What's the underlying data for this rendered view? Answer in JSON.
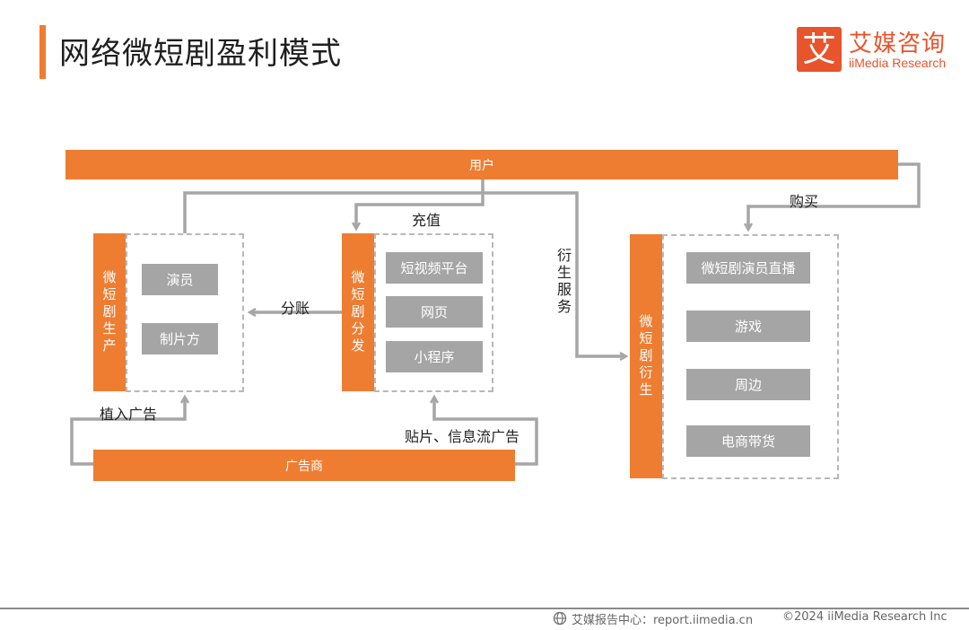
{
  "title": "网络微短剧盈利模式",
  "logo": {
    "mark": "艾",
    "name_cn": "艾媒咨询",
    "name_en": "iiMedia Research"
  },
  "nodes": {
    "user": "用户",
    "advertiser": "广告商",
    "production": {
      "label": "微短剧生产",
      "items": [
        "演员",
        "制片方"
      ]
    },
    "distribution": {
      "label": "微短剧分发",
      "items": [
        "短视频平台",
        "网页",
        "小程序"
      ]
    },
    "derivative": {
      "label": "微短剧衍生",
      "items": [
        "微短剧演员直播",
        "游戏",
        "周边",
        "电商带货"
      ]
    }
  },
  "edges": {
    "recharge": "充值",
    "revenue_share": "分账",
    "derivative_service": "衍生服务",
    "purchase": "购买",
    "embedded_ads": "植入广告",
    "patch_feed_ads": "贴片、信息流广告"
  },
  "colors": {
    "accent": "#ee7d31",
    "box_gray": "#a5a5a5",
    "arrow_gray": "#a6a6a6"
  },
  "footer": {
    "source_icon": "globe-icon",
    "source": "艾媒报告中心：report.iimedia.cn",
    "copyright": "©2024 iiMedia Research Inc"
  }
}
